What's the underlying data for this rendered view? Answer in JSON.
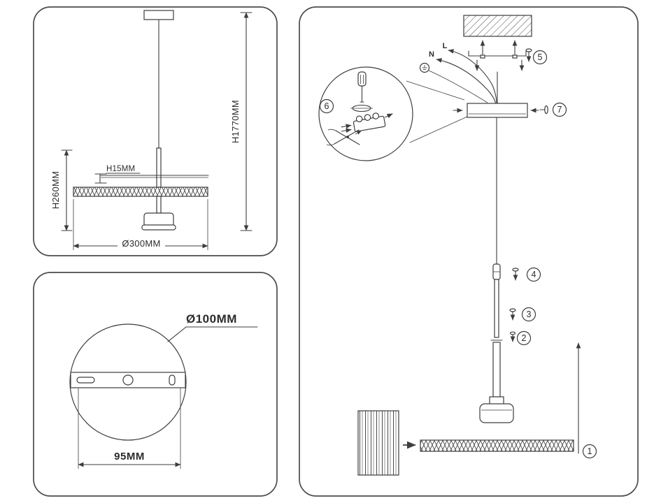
{
  "side_view": {
    "overall_height": "H1770MM",
    "fixture_height": "H260MM",
    "plate_height": "H15MM",
    "shade_diameter": "Ø300MM"
  },
  "top_view": {
    "canopy_diameter": "Ø100MM",
    "mount_hole_spacing": "95MM"
  },
  "assembly": {
    "wire_labels": {
      "neutral": "N",
      "live": "L"
    },
    "steps": {
      "s1": "1",
      "s2": "2",
      "s3": "3",
      "s4": "4",
      "s5": "5",
      "s6": "6",
      "s7": "7"
    }
  },
  "colors": {
    "line": "#3d3d3d",
    "text": "#2c2c2c",
    "background": "#ffffff"
  }
}
